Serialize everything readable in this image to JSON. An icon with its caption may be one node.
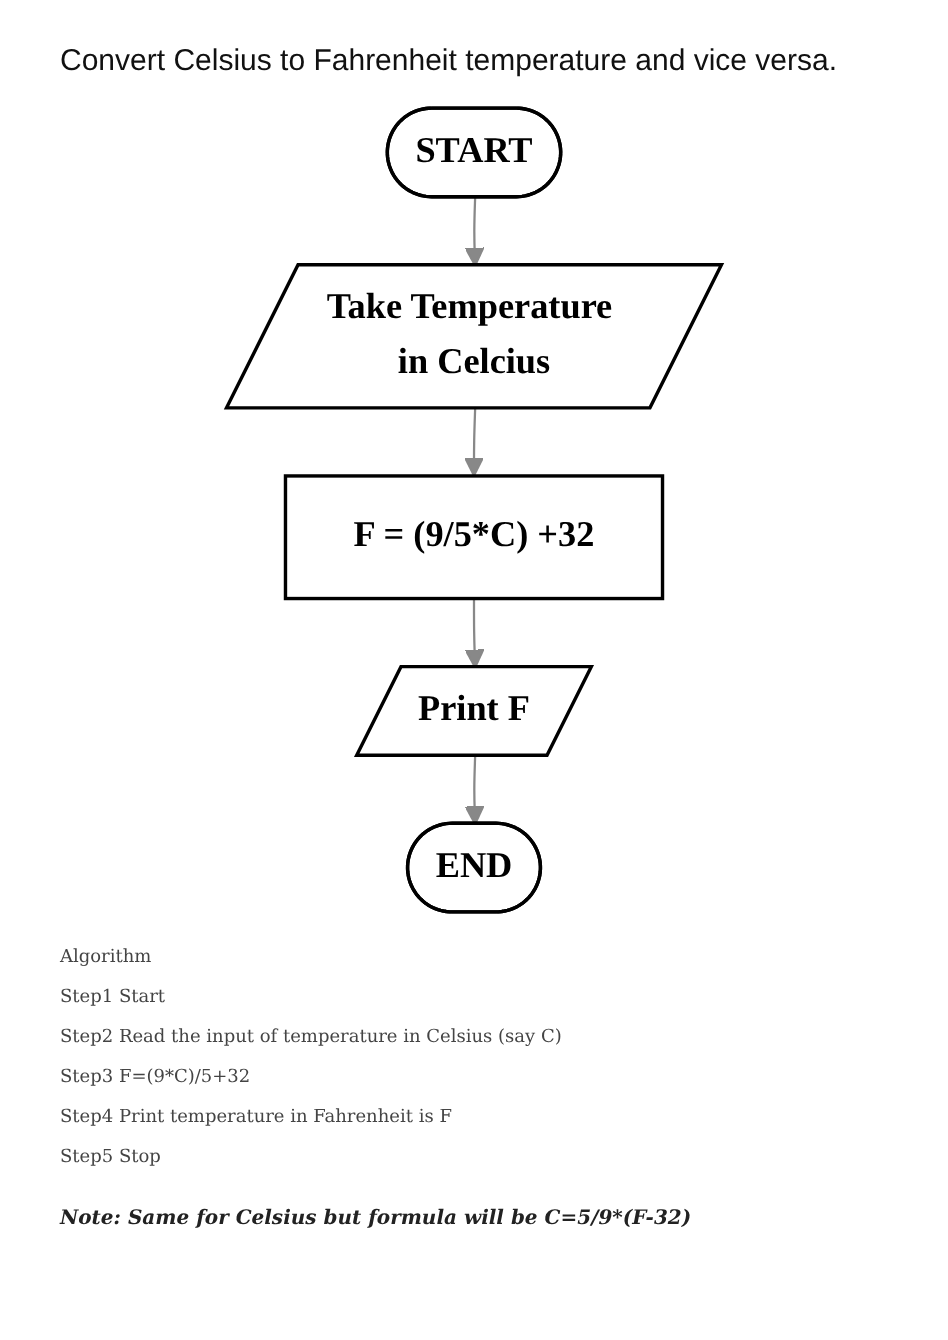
{
  "diagram": {
    "title": "Convert Celsius to Fahrenheit temperature and vice versa.",
    "nodes": [
      {
        "text": [
          "START"
        ]
      },
      {
        "text": [
          "Take Temperature in Celcius"
        ]
      },
      {
        "text": [
          "F = (9/5*C) +32"
        ]
      },
      {
        "text": [
          "Print F"
        ]
      },
      {
        "text": [
          "END"
        ]
      }
    ],
    "edges": [
      {
        "from": 0,
        "to": 1,
        "arrow": "to"
      },
      {
        "from": 1,
        "to": 2,
        "arrow": "to"
      },
      {
        "from": 2,
        "to": 3,
        "arrow": "to"
      },
      {
        "from": 3,
        "to": 4,
        "arrow": "to"
      }
    ],
    "labels": [
      "Algorithm",
      "Step1 Start",
      "Step2 Read the input of temperature in Celsius (say C)",
      "Step3 F=(9*C)/5+32",
      "Step4 Print temperature in Fahrenheit is F",
      "Step5 Stop",
      "Note: Same for Celsius but formula will be C=5/9*(F-32)"
    ]
  }
}
